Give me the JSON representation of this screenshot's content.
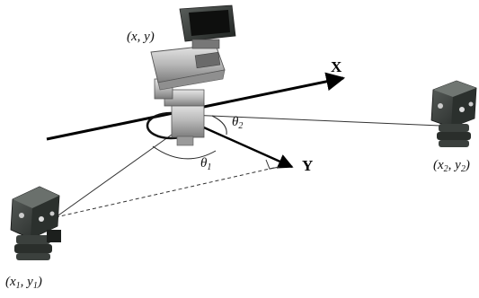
{
  "figure": {
    "axes": {
      "x_label": "X",
      "y_label": "Y"
    },
    "points": {
      "camera": "(x, y)",
      "beacon_1": {
        "open": "(x",
        "sub_a": "1",
        "mid": ", y",
        "sub_b": "1",
        "close": ")"
      },
      "beacon_2": {
        "open": "(x",
        "sub_a": "2",
        "mid": ", y",
        "sub_b": "2",
        "close": ")"
      }
    },
    "angles": {
      "theta_1": {
        "symbol": "θ",
        "sub": "1"
      },
      "theta_2": {
        "symbol": "θ",
        "sub": "2"
      }
    },
    "icons": [
      "ptz-camera-icon",
      "beacon-device-icon"
    ]
  }
}
